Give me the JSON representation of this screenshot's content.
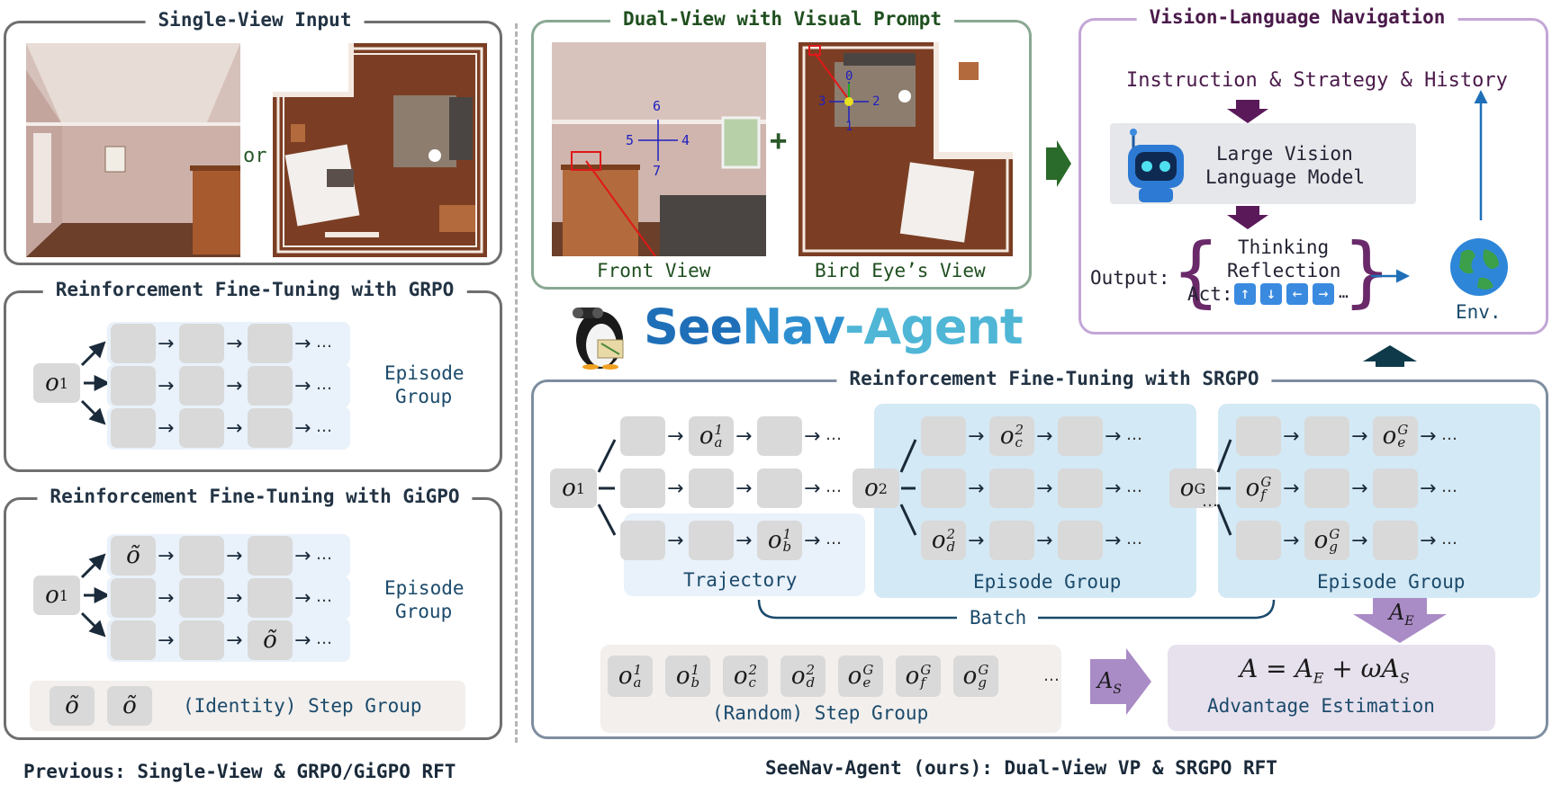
{
  "left": {
    "single_view": {
      "title": "Single-View Input",
      "or": "or"
    },
    "grpo": {
      "title": "Reinforcement Fine-Tuning with GRPO",
      "root": "o",
      "root_sup": "1",
      "group_label_1": "Episode",
      "group_label_2": "Group",
      "dots": "…"
    },
    "gigpo": {
      "title": "Reinforcement Fine-Tuning with GiGPO",
      "root": "o",
      "root_sup": "1",
      "tilde": "õ",
      "group_label_1": "Episode",
      "group_label_2": "Group",
      "step_group": "(Identity) Step Group",
      "dots": "…"
    },
    "caption": "Previous: Single-View & GRPO/GiGPO RFT"
  },
  "middle": {
    "dual_view": {
      "title": "Dual-View with Visual Prompt",
      "front_view": "Front View",
      "bird_view": "Bird Eye’s View",
      "plus": "+",
      "front_nums": [
        "6",
        "5",
        "4",
        "7"
      ],
      "bird_nums": [
        "0",
        "3",
        "2",
        "1"
      ]
    },
    "logo": {
      "see": "See",
      "nav": "Nav",
      "agent": "-Agent"
    }
  },
  "right": {
    "vln": {
      "title": "Vision-Language Navigation",
      "instruction": "Instruction & Strategy & History",
      "model_1": "Large Vision",
      "model_2": "Language Model",
      "output": "Output:",
      "thinking": "Thinking",
      "reflection": "Reflection",
      "act": "Act:",
      "act_dots": "…",
      "env": "Env.",
      "act_icons": [
        "↑",
        "↓",
        "←",
        "→"
      ]
    },
    "srgpo": {
      "title": "Reinforcement Fine-Tuning with SRGPO",
      "trajectory": "Trajectory",
      "episode_group": "Episode Group",
      "batch": "Batch",
      "random_step_group": "(Random) Step Group",
      "advantage_eq": "A = A",
      "advantage_label": "Advantage Estimation",
      "ae": "A",
      "ae_sub": "E",
      "as": "A",
      "as_sub": "S",
      "between_dots": "…",
      "dots": "…",
      "roots": [
        {
          "o": "o",
          "sup": "1"
        },
        {
          "o": "o",
          "sup": "2"
        },
        {
          "o": "o",
          "sup": "G"
        }
      ],
      "chips": [
        {
          "sup": "1",
          "sub": "a"
        },
        {
          "sup": "1",
          "sub": "b"
        },
        {
          "sup": "2",
          "sub": "c"
        },
        {
          "sup": "2",
          "sub": "d"
        },
        {
          "sup": "G",
          "sub": "e"
        },
        {
          "sup": "G",
          "sub": "f"
        },
        {
          "sup": "G",
          "sub": "g"
        }
      ]
    },
    "caption": "SeeNav-Agent (ours): Dual-View VP & SRGPO RFT"
  },
  "colors": {
    "purple": "#a98bc6",
    "green_border": "#8aa893",
    "blue_label": "#1b4a6b",
    "light_blue": "#d3e9f5"
  }
}
